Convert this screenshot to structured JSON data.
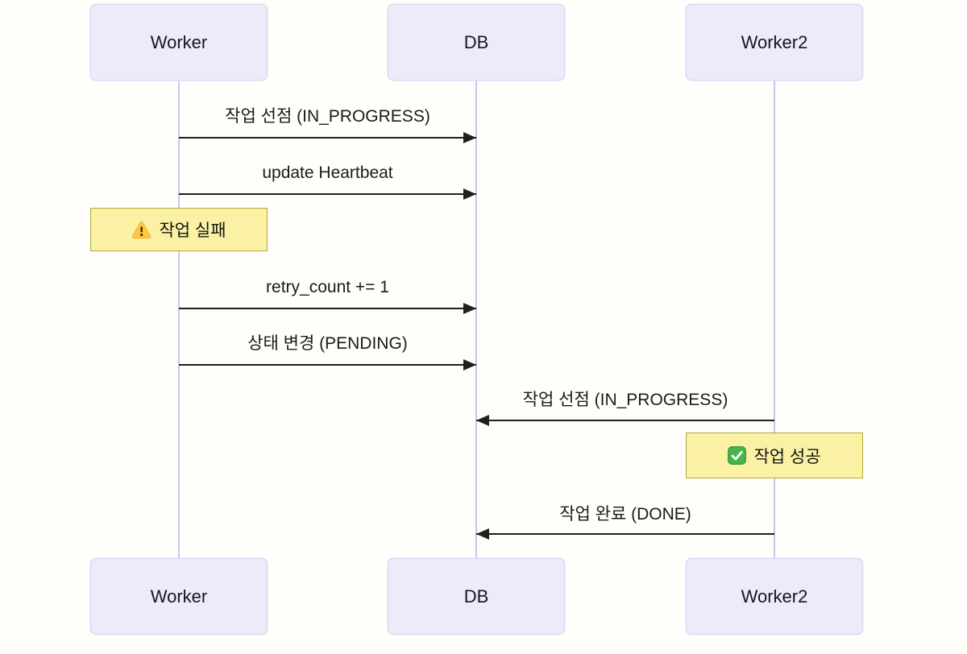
{
  "diagram": {
    "type": "sequence-diagram",
    "participants": [
      {
        "name": "Worker"
      },
      {
        "name": "DB"
      },
      {
        "name": "Worker2"
      }
    ],
    "messages": [
      {
        "from": "Worker",
        "to": "DB",
        "label": "작업 선점 (IN_PROGRESS)",
        "arrow": "solid-right"
      },
      {
        "from": "Worker",
        "to": "DB",
        "label": "update Heartbeat",
        "arrow": "solid-right"
      },
      {
        "from": "Worker",
        "to": "DB",
        "label": "retry_count += 1",
        "arrow": "solid-right"
      },
      {
        "from": "Worker",
        "to": "DB",
        "label": "상태 변경 (PENDING)",
        "arrow": "solid-right"
      },
      {
        "from": "Worker2",
        "to": "DB",
        "label": "작업 선점 (IN_PROGRESS)",
        "arrow": "solid-left"
      },
      {
        "from": "Worker2",
        "to": "DB",
        "label": "작업 완료 (DONE)",
        "arrow": "solid-left"
      }
    ],
    "notes": [
      {
        "over": "Worker",
        "icon": "warning-icon",
        "label": "작업 실패"
      },
      {
        "over": "Worker2",
        "icon": "check-success-icon",
        "label": "작업 성공"
      }
    ],
    "colors": {
      "background": "#FFFEFB",
      "actor_fill": "#ECEBFA",
      "actor_border": "#DAD6F2",
      "lifeline": "#CBC5E9",
      "note_fill": "#FAF1A5",
      "note_border": "#ABAB3A",
      "arrow": "#1F1F1F",
      "text": "#1A1A1A",
      "warning_icon_color": "#FFC83D",
      "check_icon_color": "#45B54C"
    }
  }
}
